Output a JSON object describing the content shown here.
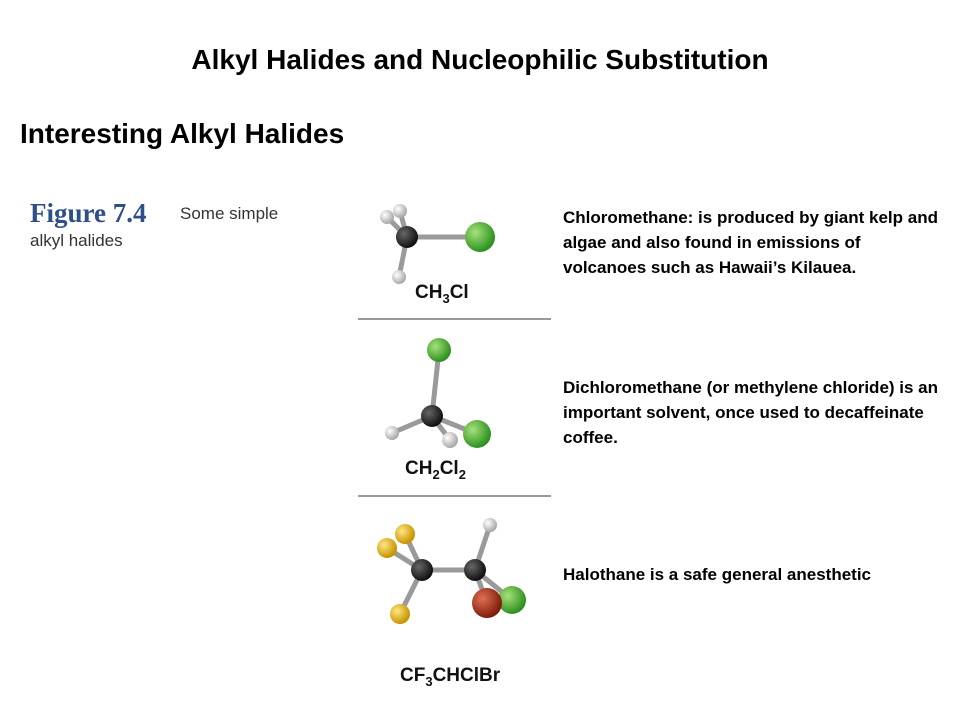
{
  "slide": {
    "title": "Alkyl Halides and Nucleophilic Substitution",
    "subtitle": "Interesting Alkyl Halides"
  },
  "figure": {
    "number": "Figure 7.4",
    "caption_line1": "Some simple",
    "caption_line2": "alkyl halides"
  },
  "molecules": [
    {
      "formula_parts": [
        "CH",
        "3",
        "Cl"
      ],
      "description": "Chloromethane: is produced by giant kelp and algae and also found in emissions of volcanoes such as Hawaii’s Kilauea."
    },
    {
      "formula_parts": [
        "CH",
        "2",
        "Cl",
        "2"
      ],
      "description": "Dichloromethane (or methylene chloride) is an important solvent, once used to decaffeinate coffee."
    },
    {
      "formula_parts": [
        "CF",
        "3",
        "CHClBr"
      ],
      "description": "Halothane is a safe general anesthetic"
    }
  ],
  "colors": {
    "carbon": "#1a1a1a",
    "hydrogen": "#e6e6e6",
    "chlorine": "#3fae2a",
    "fluorine": "#e0b21f",
    "bromine": "#a5321b",
    "figure_number": "#2e4f8a"
  }
}
